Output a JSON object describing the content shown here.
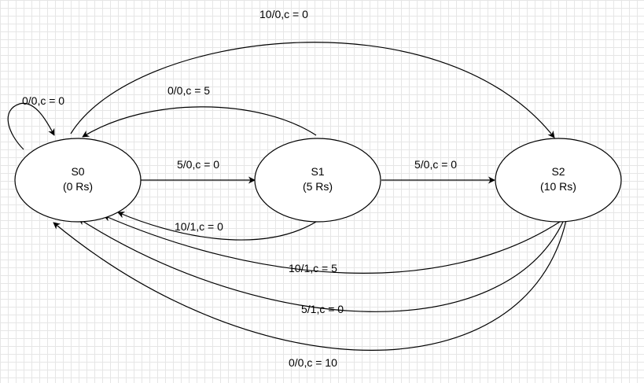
{
  "states": [
    {
      "id": "S0",
      "name": "S0",
      "value": "(0 Rs)"
    },
    {
      "id": "S1",
      "name": "S1",
      "value": "(5 Rs)"
    },
    {
      "id": "S2",
      "name": "S2",
      "value": "(10 Rs)"
    }
  ],
  "transitions": [
    {
      "from": "S0",
      "to": "S0",
      "label": "0/0,c = 0"
    },
    {
      "from": "S0",
      "to": "S2",
      "label": "10/0,c = 0"
    },
    {
      "from": "S1",
      "to": "S0",
      "label": "0/0,c = 5"
    },
    {
      "from": "S0",
      "to": "S1",
      "label": "5/0,c = 0"
    },
    {
      "from": "S1",
      "to": "S2",
      "label": "5/0,c = 0"
    },
    {
      "from": "S1",
      "to": "S0",
      "label": "10/1,c = 0"
    },
    {
      "from": "S2",
      "to": "S0",
      "label": "10/1,c = 5"
    },
    {
      "from": "S2",
      "to": "S0",
      "label": "5/1,c = 0"
    },
    {
      "from": "S2",
      "to": "S0",
      "label": "0/0,c = 10"
    }
  ]
}
